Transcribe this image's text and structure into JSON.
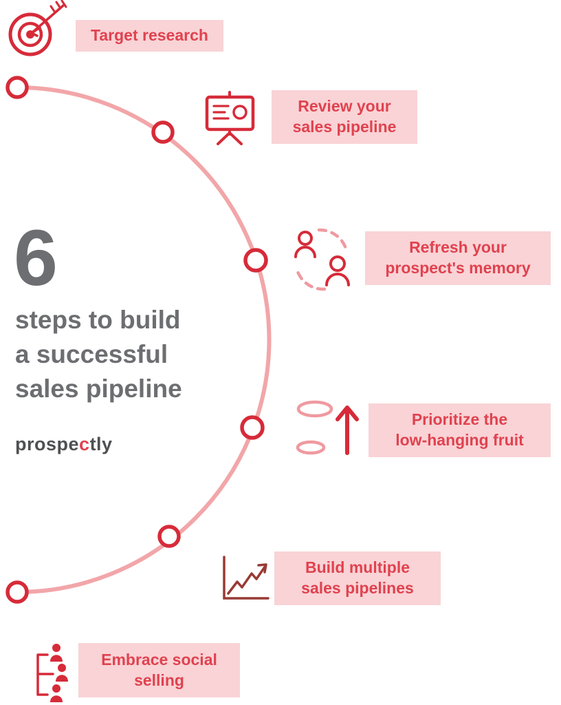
{
  "headline": {
    "big_number": "6",
    "line1": "steps to build",
    "line2": "a successful",
    "line3": "sales pipeline"
  },
  "logo": {
    "part1": "prospe",
    "accent": "c",
    "part2": "tly"
  },
  "steps": [
    {
      "label": "Target research",
      "icon": "target-dart-icon"
    },
    {
      "label": "Review your\nsales pipeline",
      "icon": "presentation-board-icon"
    },
    {
      "label": "Refresh your\nprospect's memory",
      "icon": "people-refresh-icon"
    },
    {
      "label": "Prioritize the\nlow-hanging fruit",
      "icon": "rings-up-arrow-icon"
    },
    {
      "label": "Build multiple\nsales pipelines",
      "icon": "line-chart-icon"
    },
    {
      "label": "Embrace social\nselling",
      "icon": "social-hierarchy-icon"
    }
  ],
  "colors": {
    "label_bg": "#f9d3d6",
    "label_text": "#e0424f",
    "arc_pink": "#f2a6a9",
    "node_red": "#d62b39",
    "icon_red": "#d62b39",
    "icon_pink": "#ef9aa0",
    "headline_gray": "#6d6e71",
    "logo_dark": "#4f5052",
    "chart_icon_dark": "#983a34"
  }
}
